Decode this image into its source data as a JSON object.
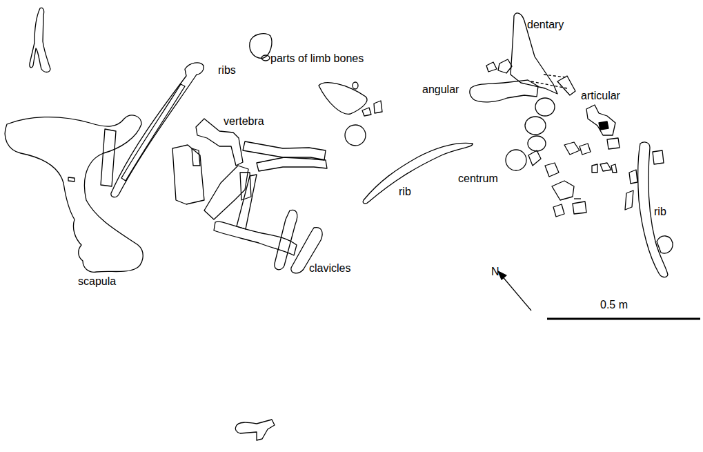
{
  "diagram": {
    "labels": [
      "parts of limb bones",
      "dentary",
      "angular",
      "articular",
      "ribs",
      "vertebra",
      "rib",
      "centrum",
      "rib",
      "scapula",
      "clavicles",
      "N",
      "0.5 m"
    ]
  }
}
